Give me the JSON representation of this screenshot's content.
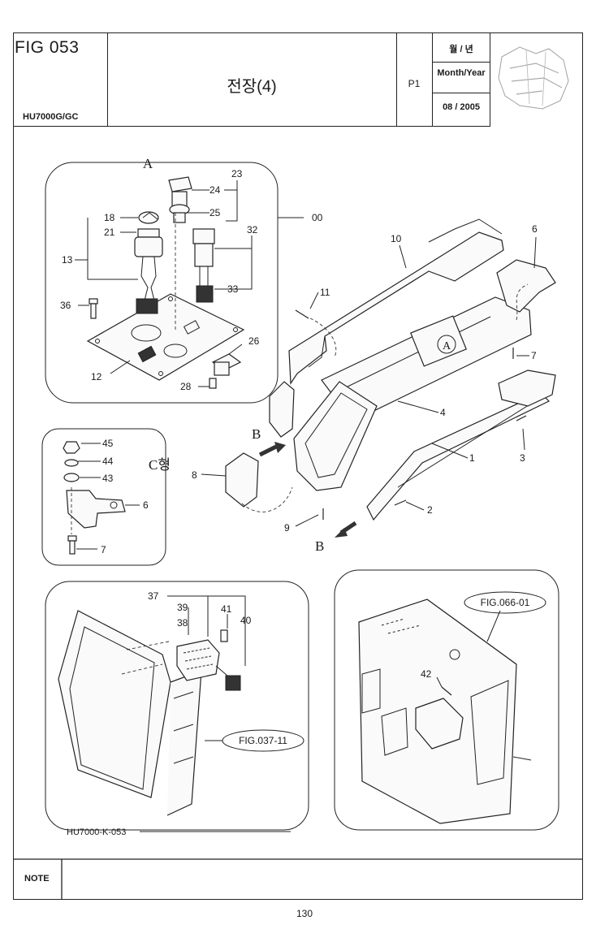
{
  "header": {
    "fig_no": "FIG 053",
    "model": "HU7000G/GC",
    "title": "전장(4)",
    "page_ref": "P1",
    "date_label_ko": "월 / 년",
    "date_label_en": "Month/Year",
    "date_value": "08 / 2005"
  },
  "views": {
    "a": "A",
    "b": "B",
    "c": "C형"
  },
  "callouts": {
    "p00": "00",
    "p10": "10",
    "p6": "6",
    "p23": "23",
    "p24": "24",
    "p25": "25",
    "p18": "18",
    "p21": "21",
    "p13": "13",
    "p32": "32",
    "p33": "33",
    "p36": "36",
    "p26": "26",
    "p12": "12",
    "p28": "28",
    "p11": "11",
    "p7": "7",
    "p4": "4",
    "p3": "3",
    "p1": "1",
    "p2": "2",
    "p8": "8",
    "p9": "9",
    "p45": "45",
    "p44": "44",
    "p43": "43",
    "p37": "37",
    "p39": "39",
    "p38": "38",
    "p41": "41",
    "p40": "40",
    "p42": "42"
  },
  "refs": {
    "fig066": "FIG.066-01",
    "fig037": "FIG.037-11"
  },
  "drawing_no": "HU7000-K-053",
  "note_label": "NOTE",
  "page_number": "130"
}
